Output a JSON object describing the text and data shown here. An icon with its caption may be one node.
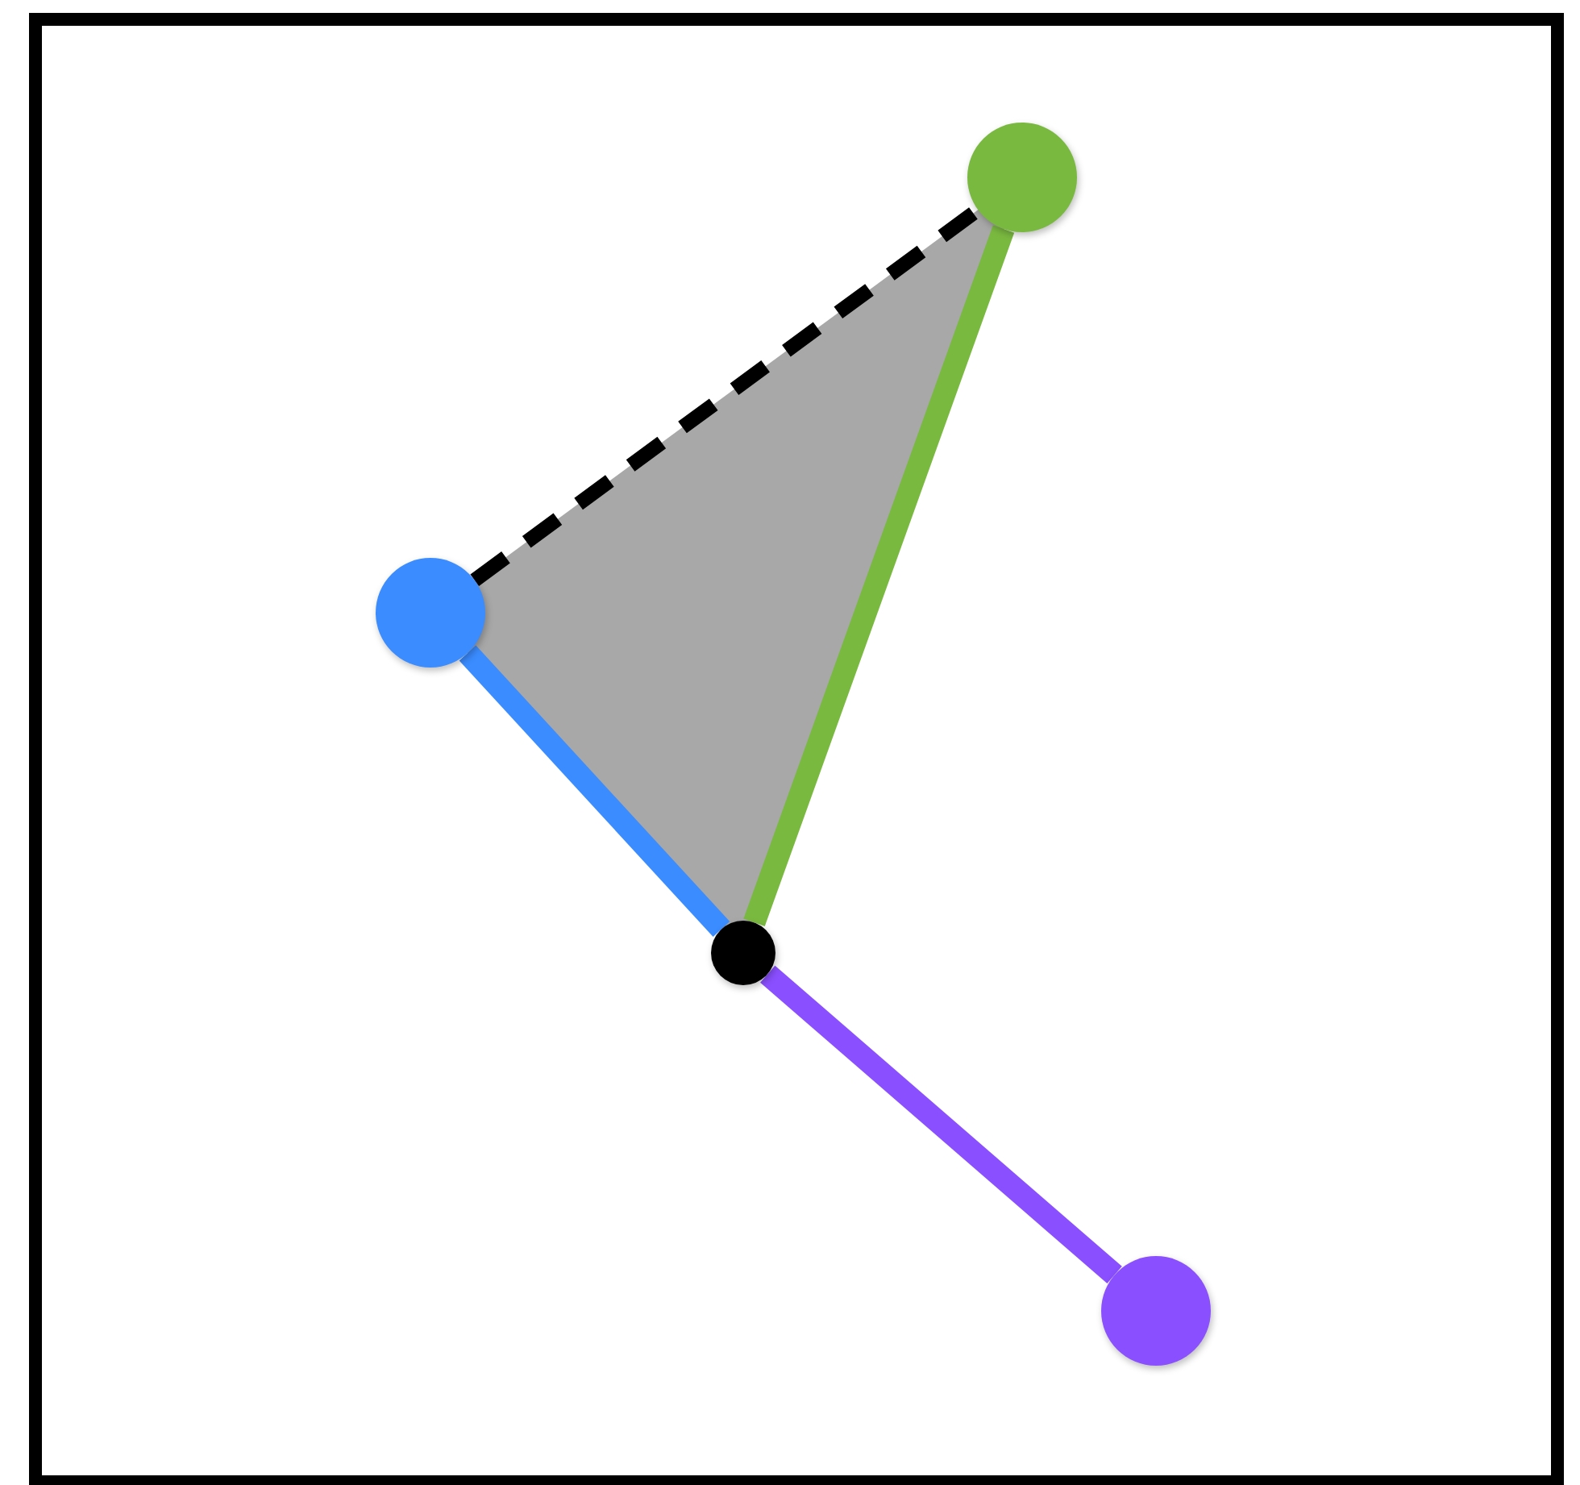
{
  "diagram": {
    "nodes": [
      {
        "text": [],
        "shape": "circle"
      },
      {
        "text": [],
        "shape": "circle"
      },
      {
        "text": [],
        "shape": "circle"
      },
      {
        "text": [],
        "shape": "circle"
      }
    ],
    "edges": [
      {
        "from": 2,
        "to": 0,
        "arrow": "none",
        "color": "#7ab940"
      },
      {
        "from": 2,
        "to": 1,
        "arrow": "none",
        "color": "#3a8cff"
      },
      {
        "from": 2,
        "to": 3,
        "arrow": "none",
        "color": "#8a4fff"
      },
      {
        "from": 1,
        "to": 0,
        "arrow": "none",
        "style": "dashed",
        "color": "#000000"
      }
    ]
  }
}
